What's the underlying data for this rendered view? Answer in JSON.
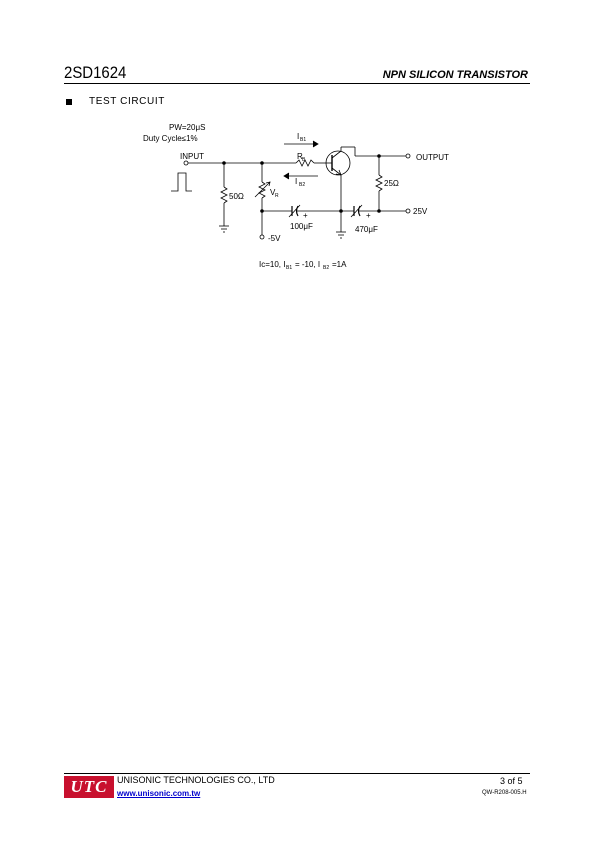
{
  "header": {
    "part_number": "2SD1624",
    "title": "NPN SILICON TRANSISTOR"
  },
  "section": {
    "title": "TEST CIRCUIT"
  },
  "circuit": {
    "pulse_width": "PW=20μS",
    "duty_cycle": "Duty Cycle≤1%",
    "input_label": "INPUT",
    "output_label": "OUTPUT",
    "r_input": "50Ω",
    "r_load": "25Ω",
    "rb_main": "R",
    "rb_sub": "B",
    "vr_main": "V",
    "vr_sub": "R",
    "ib1_main": "I",
    "ib1_sub": "B1",
    "ib2_main": "I",
    "ib2_sub": "B2",
    "cap1": "100μF",
    "cap2": "470μF",
    "cap_plus": "+",
    "neg_supply": "-5V",
    "pos_supply": "25V",
    "condition": {
      "part1": "Ic=10, I",
      "sub1": "B1",
      "part2": "= -10, I",
      "sub2": "B2",
      "part3": "=1A"
    }
  },
  "footer": {
    "logo": "UTC",
    "company": "UNISONIC TECHNOLOGIES CO., LTD",
    "website": "www.unisonic.com.tw",
    "page": "3  of  5",
    "doc_number": "QW-R208-005.H"
  }
}
